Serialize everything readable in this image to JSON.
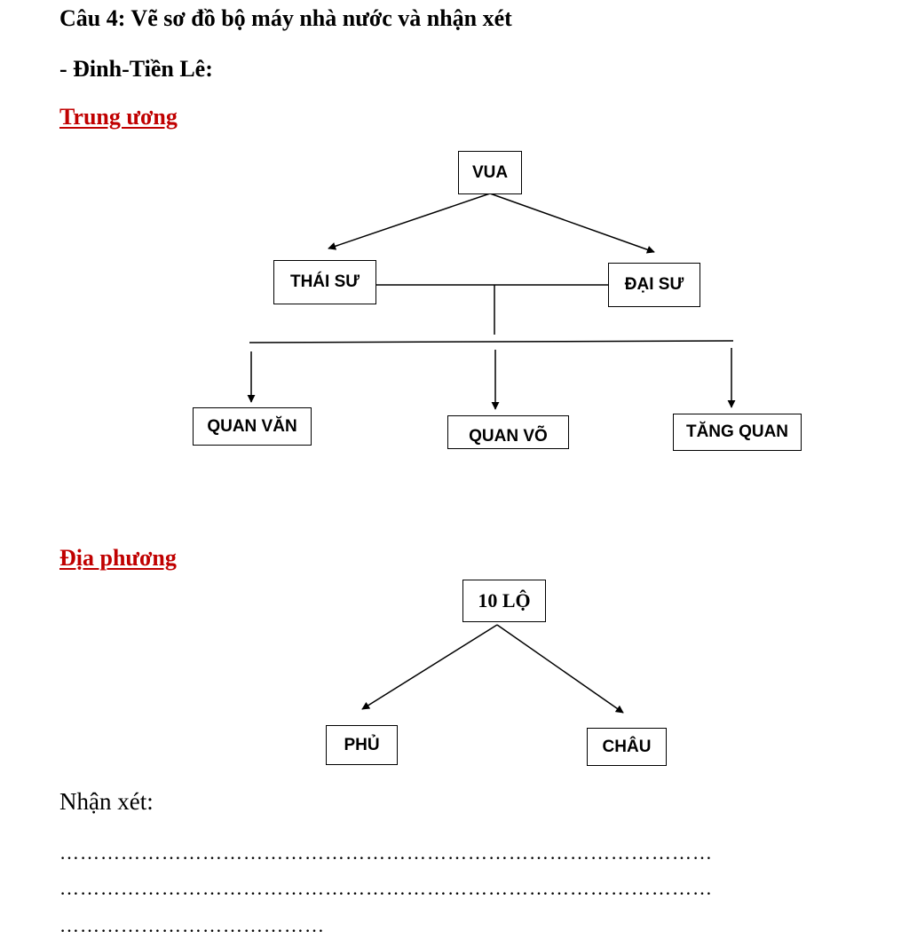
{
  "title": "Câu 4: Vẽ sơ đồ bộ máy nhà nước và nhận xét",
  "subtitle": "- Đinh-Tiền Lê:",
  "central": {
    "heading": "Trung ương",
    "nodes": {
      "vua": "VUA",
      "thai_su": "THÁI SƯ",
      "dai_su": "ĐẠI SƯ",
      "quan_van": "QUAN VĂN",
      "quan_vo": "QUAN VÕ",
      "tang_quan": "TĂNG QUAN"
    }
  },
  "local": {
    "heading": "Địa phương",
    "nodes": {
      "lo": "10 LỘ",
      "phu": "PHỦ",
      "chau": "CHÂU"
    }
  },
  "remarks": {
    "label": "Nhận xét:",
    "line1": "……………………………………………………………………………………",
    "line2": "……………………………………………………………………………………",
    "line3": "…………………………………"
  },
  "colors": {
    "heading_red": "#c00000"
  }
}
